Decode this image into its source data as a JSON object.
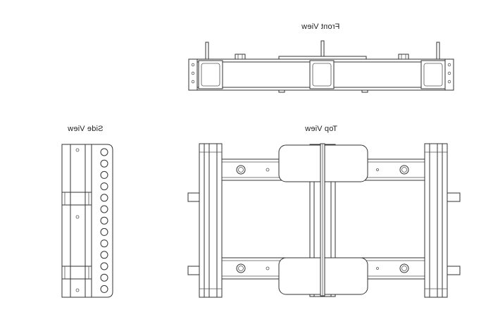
{
  "views": {
    "front": "Front View",
    "side": "Side View",
    "top": "Top View"
  }
}
